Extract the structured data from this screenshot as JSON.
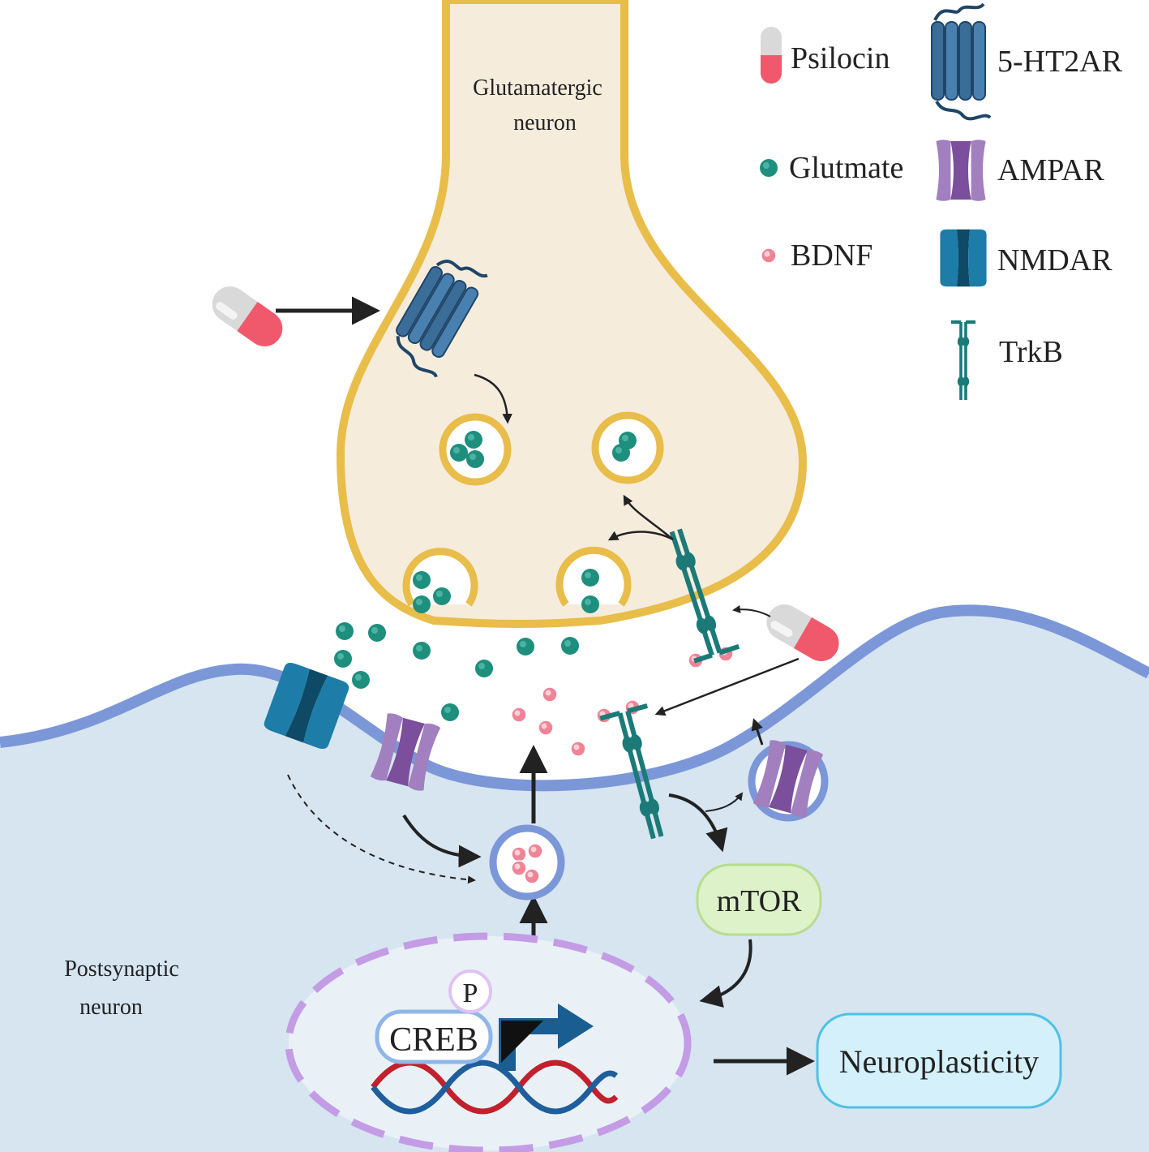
{
  "labels": {
    "presynaptic": [
      "Glutamatergic",
      "neuron"
    ],
    "postsynaptic": [
      "Postsynaptic",
      "neuron"
    ],
    "mtor": "mTOR",
    "creb": "CREB",
    "phospho": "P",
    "outcome": "Neuroplasticity"
  },
  "legend": {
    "psilocin": "Psilocin",
    "receptor_5ht2a": "5-HT2AR",
    "glutamate": "Glutmate",
    "ampar": "AMPAR",
    "bdnf": "BDNF",
    "nmdar": "NMDAR",
    "trkb": "TrkB"
  },
  "colors": {
    "neuron_fill": "#f5ecdc",
    "neuron_outline": "#e9bd4a",
    "post_fill": "#d6e5f0",
    "membrane": "#7b97d8",
    "glutamate": "#1e8e7d",
    "bdnf": "#ef8497",
    "receptor_5ht2a": "#3b6d99",
    "ampar": "#8f6aaa",
    "nmdar": "#1d7ca8",
    "trkb": "#1b7a78",
    "mtor_fill": "#def2c9",
    "mtor_stroke": "#b7dd8f",
    "nucleus_dash": "#c49ce6",
    "neuroplasticity_fill": "#d4f0fb",
    "neuroplasticity_stroke": "#4fc1e6",
    "dna_red": "#c0212c",
    "dna_blue": "#1f5e9c"
  }
}
